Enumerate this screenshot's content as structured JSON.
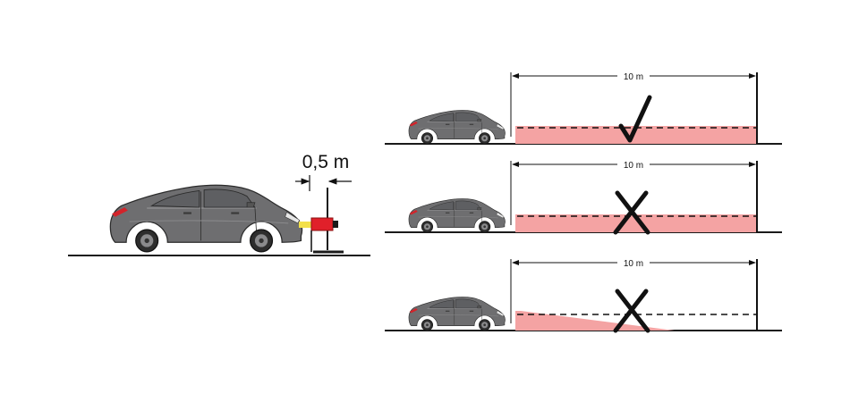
{
  "setup": {
    "distance_label": "0,5 m"
  },
  "panels": [
    {
      "distance_label": "10 m",
      "result": "correct",
      "result_icon": "check-mark-icon",
      "beam": "level"
    },
    {
      "distance_label": "10 m",
      "result": "incorrect",
      "result_icon": "cross-mark-icon",
      "beam": "level"
    },
    {
      "distance_label": "10 m",
      "result": "incorrect",
      "result_icon": "cross-mark-icon",
      "beam": "dipped"
    }
  ],
  "colors": {
    "car_body": "#6e6e70",
    "car_outline": "#2b2b2b",
    "beam_fill": "#f4a3a3",
    "device_red": "#e0202a",
    "device_yellow": "#f3e04a",
    "taillight_red": "#d3232a",
    "ground": "#1a1a1a"
  }
}
